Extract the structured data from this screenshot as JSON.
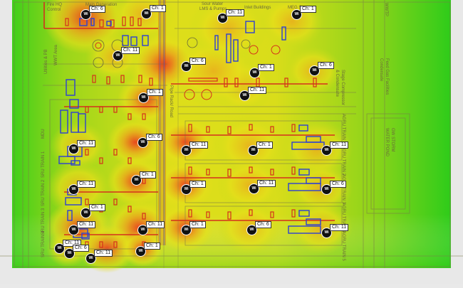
{
  "heatmap": {
    "colors": {
      "border": "#e8e8e8",
      "green": "#2ecc1a",
      "yellowgreen": "#a6d61a",
      "yellow": "#e6df1a",
      "orange": "#e9a31c",
      "red": "#ec3a1f"
    }
  },
  "labels": {
    "top": [
      "Fire HQ",
      "Main Generation",
      "Sour Water",
      "Inlet Buildings",
      "MEG Storage",
      "WWTP"
    ],
    "top_sub": [
      "Control",
      "LMS & Pumps"
    ],
    "left_v": [
      "WWT Area",
      "Utilities & PB"
    ],
    "right_v1": [
      "Feed Gas Facilities",
      "Condensate"
    ],
    "right_v2": [
      "Stage Compressor",
      "& Condensate"
    ],
    "pipe_label": "Pipe Rack/ Road",
    "right_mid": [
      "AGRU TRAIN 1",
      "AGRU TRAIN 2",
      "AGRU TRAIN 3",
      "AGRU TRAIN 4",
      "AGRU TRAIN 5"
    ],
    "left_mid": [
      "MDU",
      "SRU TRAIN 1",
      "SRU TRAIN 2",
      "SRU TRAIN 3",
      "SRU TRAIN 4"
    ],
    "pond": [
      "GW STORM",
      "WATER POND"
    ]
  },
  "access_points": [
    {
      "icon": "wifi-icon",
      "channel": "Ch: 6"
    },
    {
      "icon": "wifi-icon",
      "channel": "Ch: 1"
    },
    {
      "icon": "wifi-icon",
      "channel": "Ch: 11"
    },
    {
      "icon": "wifi-icon",
      "channel": "Ch: 1"
    },
    {
      "icon": "wifi-icon",
      "channel": "Ch: 11"
    },
    {
      "icon": "wifi-icon",
      "channel": "Ch: 6"
    },
    {
      "icon": "wifi-icon",
      "channel": "Ch: 1"
    },
    {
      "icon": "wifi-icon",
      "channel": "Ch: 6"
    },
    {
      "icon": "wifi-icon",
      "channel": "Ch: 1"
    },
    {
      "icon": "wifi-icon",
      "channel": "Ch: 11"
    },
    {
      "icon": "wifi-icon",
      "channel": "Ch: 6"
    },
    {
      "icon": "wifi-icon",
      "channel": "Ch: 11"
    },
    {
      "icon": "wifi-icon",
      "channel": "Ch: 1"
    },
    {
      "icon": "wifi-icon",
      "channel": "Ch: 11"
    },
    {
      "icon": "wifi-icon",
      "channel": "Ch: 11"
    },
    {
      "icon": "wifi-icon",
      "channel": "Ch: 1"
    },
    {
      "icon": "wifi-icon",
      "channel": "Ch: 1"
    },
    {
      "icon": "wifi-icon",
      "channel": "Ch: 11"
    },
    {
      "icon": "wifi-icon",
      "channel": "Ch: 6"
    },
    {
      "icon": "wifi-icon",
      "channel": "Ch: 11"
    },
    {
      "icon": "wifi-icon",
      "channel": "Ch: 1"
    },
    {
      "icon": "wifi-icon",
      "channel": "Ch: 11"
    },
    {
      "icon": "wifi-icon",
      "channel": "Ch: 1"
    },
    {
      "icon": "wifi-icon",
      "channel": "Ch: 6"
    },
    {
      "icon": "wifi-icon",
      "channel": "Ch: 11"
    },
    {
      "icon": "wifi-icon",
      "channel": "Ch: 11"
    },
    {
      "icon": "wifi-icon",
      "channel": "Ch: 1"
    },
    {
      "icon": "wifi-icon",
      "channel": "Ch: 11"
    },
    {
      "icon": "wifi-icon",
      "channel": "Ch: 6"
    },
    {
      "icon": "wifi-icon",
      "channel": "Ch: 11"
    }
  ]
}
